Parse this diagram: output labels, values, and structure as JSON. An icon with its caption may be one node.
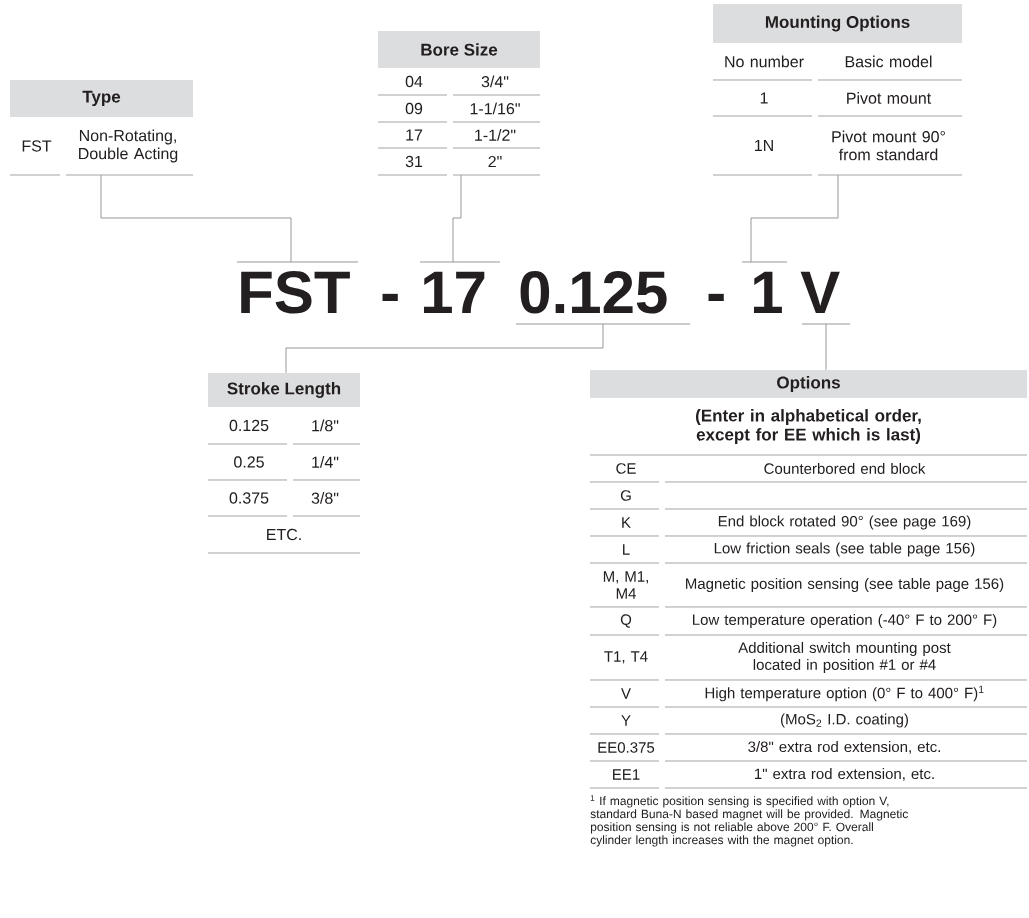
{
  "diagram": {
    "nodes": [
      {
        "text": [
          "Type",
          "FST",
          "Non-Rotating, Double Acting"
        ]
      },
      {
        "text": [
          "Bore Size",
          "04",
          "3/4\"",
          "09",
          "1-1/16\"",
          "17",
          "1-1/2\"",
          "31",
          "2\""
        ]
      },
      {
        "text": [
          "Mounting Options",
          "No number",
          "Basic model",
          "1",
          "Pivot mount",
          "1N",
          "Pivot mount 90° from standard"
        ]
      },
      {
        "text": [
          "FST"
        ]
      },
      {
        "text": [
          "17"
        ]
      },
      {
        "text": [
          "0.125"
        ]
      },
      {
        "text": [
          "1"
        ]
      },
      {
        "text": [
          "V"
        ]
      },
      {
        "text": [
          "Stroke Length",
          "0.125",
          "1/8\"",
          "0.25",
          "1/4\"",
          "0.375",
          "3/8\"",
          "ETC."
        ]
      },
      {
        "text": [
          "Options",
          "(Enter in alphabetical order, except for EE which is last)",
          "CE",
          "Counterbored end block",
          "G",
          "K",
          "End block rotated 90° (see page 169)",
          "L",
          "Low friction seals (see table page 156)",
          "M, M1, M4",
          "Magnetic position sensing (see table page 156)",
          "Q",
          "Low temperature operation (-40° F to 200° F)",
          "T1, T4",
          "Additional switch mounting post located in position #1 or #4",
          "V",
          "High temperature option (0° F to 400° F)$^{1}$",
          "Y",
          "(MoS$_{2}$ I.D. coating)",
          "EE0.375",
          "3/8\" extra rod extension, etc.",
          "EE1",
          "1\" extra rod extension, etc."
        ]
      }
    ],
    "edges": [
      {
        "from": 0,
        "to": 3,
        "arrow": "none"
      },
      {
        "from": 1,
        "to": 4,
        "arrow": "none"
      },
      {
        "from": 2,
        "to": 6,
        "arrow": "none"
      },
      {
        "from": 8,
        "to": 5,
        "arrow": "none"
      },
      {
        "from": 9,
        "to": 7,
        "arrow": "none"
      }
    ],
    "labels": [
      "-",
      "-",
      "$^{1}$ If magnetic position sensing is specified with option V, standard Buna-N based magnet will be provided. Magnetic position sensing is not reliable above 200° F. Overall cylinder length increases with the magnet option."
    ]
  }
}
